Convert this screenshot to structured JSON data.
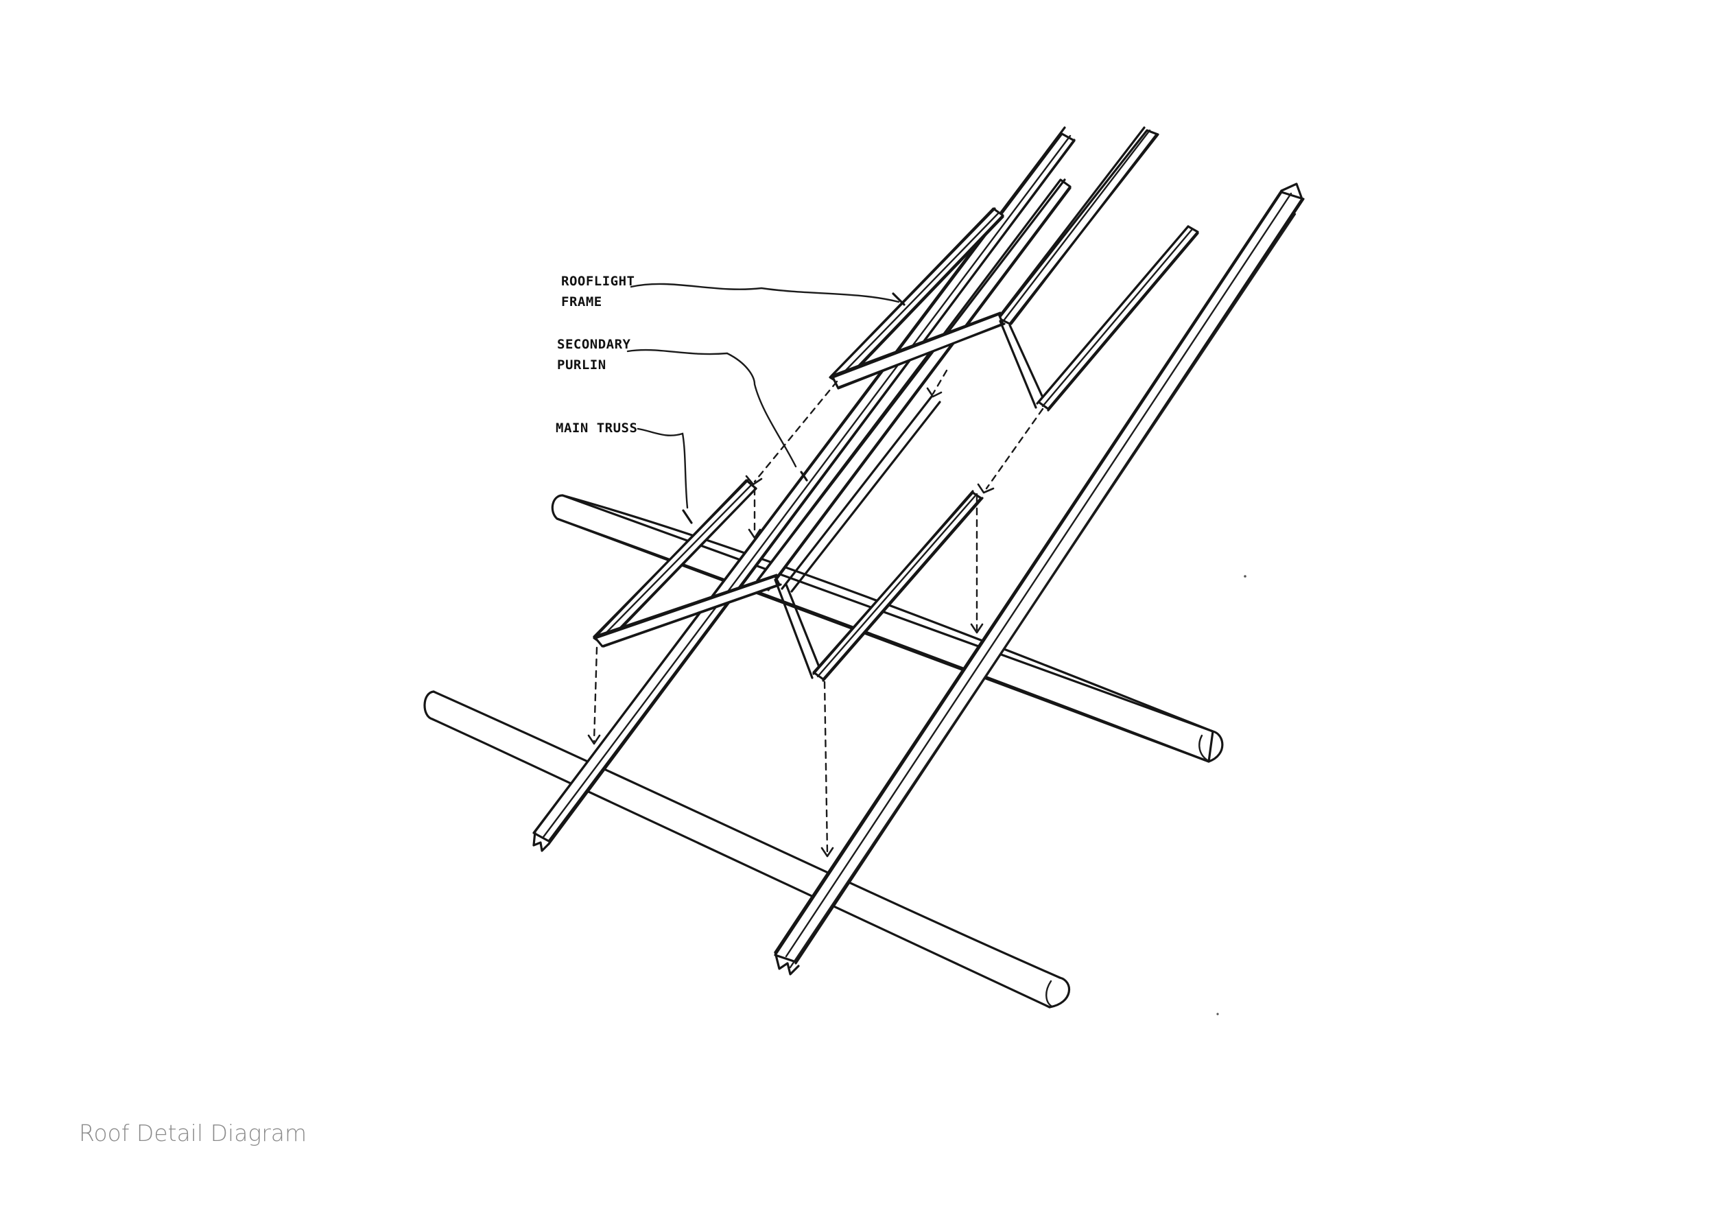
{
  "labels": {
    "rooflight_frame_line1": "ROOFLIGHT",
    "rooflight_frame_line2": "FRAME",
    "secondary_purlin_line1": "SECONDARY",
    "secondary_purlin_line2": "PURLIN",
    "main_truss": "MAIN TRUSS"
  },
  "caption": "Roof Detail Diagram",
  "colors": {
    "ink": "#161616",
    "caption": "#8a8a8a",
    "background": "#ffffff"
  }
}
